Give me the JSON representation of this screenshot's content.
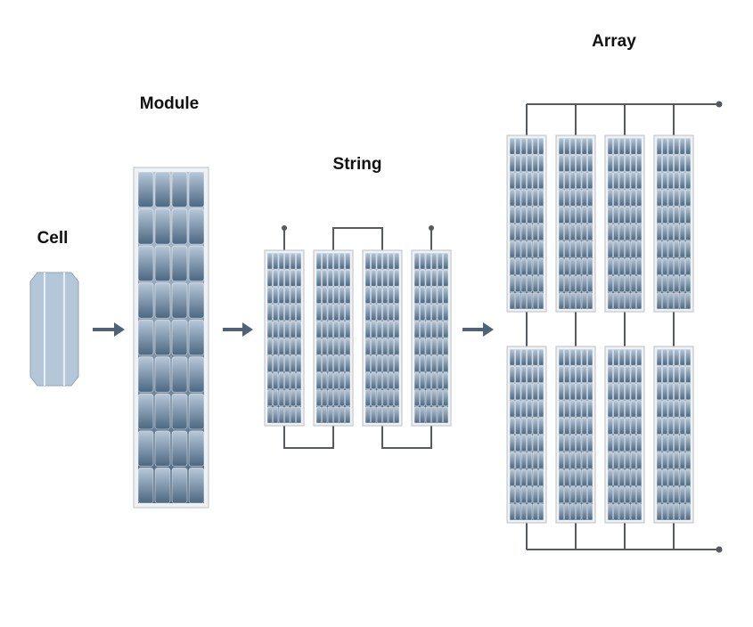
{
  "labels": {
    "cell": "Cell",
    "module": "Module",
    "string": "String",
    "array": "Array"
  },
  "colors": {
    "panel_light": "#b7c8d9",
    "panel_dark": "#4c6781",
    "frame": "#eef1f4",
    "frame_border": "#b9c0c7",
    "wire": "#555a60",
    "arrow": "#4f6378",
    "cell_fill": "#b4c7d8"
  },
  "diagram": {
    "module_grid": {
      "cols": 4,
      "rows": 9
    },
    "string_panels": 4,
    "array_grid": {
      "cols": 4,
      "rows": 2
    },
    "small_panel_grid": {
      "cols": 6,
      "rows": 10
    }
  }
}
